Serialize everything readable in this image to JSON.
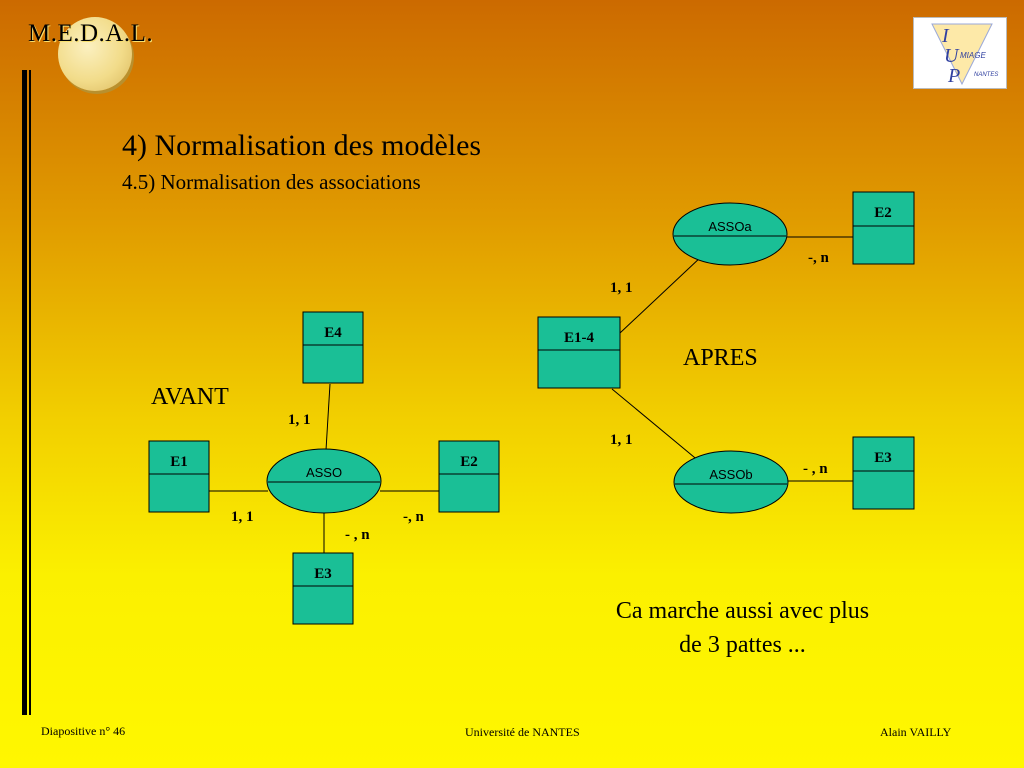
{
  "header": {
    "brand": "M.E.D.A.L."
  },
  "logo": {
    "letters": [
      "I",
      "U",
      "P"
    ],
    "words": [
      "MIAGE",
      "NANTES"
    ]
  },
  "title": "4) Normalisation des modèles",
  "subtitle": "4.5) Normalisation des associations",
  "labels": {
    "avant": "AVANT",
    "apres": "APRES"
  },
  "note": {
    "line1": "Ca marche aussi avec plus",
    "line2": "de 3 pattes ..."
  },
  "avant": {
    "entities": {
      "e1": "E1",
      "e2": "E2",
      "e3": "E3",
      "e4": "E4"
    },
    "association": "ASSO",
    "cardinalities": {
      "e1": "1, 1",
      "e2": "-, n",
      "e3": "- , n",
      "e4": "1, 1"
    }
  },
  "apres": {
    "entities": {
      "e14": "E1-4",
      "e2": "E2",
      "e3": "E3"
    },
    "associations": {
      "a": "ASSOa",
      "b": "ASSOb"
    },
    "cardinalities": {
      "e14_a": "1, 1",
      "e14_b": "1, 1",
      "e2": "-, n",
      "e3": "- , n"
    }
  },
  "footer": {
    "slide": "Diapositive n° 46",
    "university": "Université de NANTES",
    "author": "Alain VAILLY"
  },
  "colors": {
    "entity_fill": "#1abf96",
    "association_fill": "#1abf96",
    "line": "#000000"
  }
}
